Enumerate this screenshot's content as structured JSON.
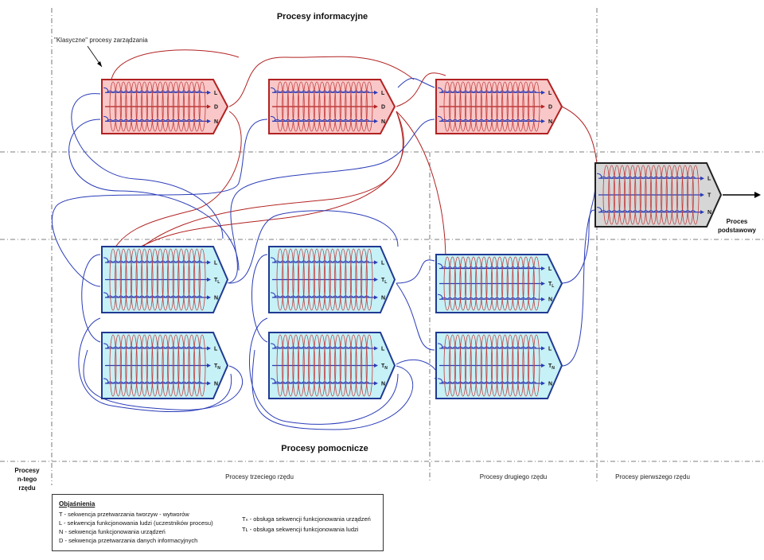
{
  "sections": {
    "informacyjne": "Procesy informacyjne",
    "pomocnicze": "Procesy pomocnicze",
    "klasyczne": "\"Klasyczne\" procesy zarządzania",
    "proces_podstawowy": [
      "Proces",
      "podstawowy"
    ]
  },
  "orders": {
    "n_tego": [
      "Procesy",
      "n-tego",
      "rzędu"
    ],
    "trzeciego": "Procesy trzeciego rzędu",
    "drugiego": "Procesy drugiego rzędu",
    "pierwszego": "Procesy pierwszego rzędu"
  },
  "sequence_labels": {
    "L": "L",
    "D": "D",
    "N": "N",
    "T": "T",
    "TL": "T",
    "TL_sub": "L",
    "TN": "T",
    "TN_sub": "N"
  },
  "legend": {
    "title": "Objaśnienia",
    "items_left": [
      "T - sekwencja przetwarzania tworzyw - wytworów",
      "L - sekwencja funkcjonowania ludzi (uczestników procesu)",
      "N - sekwencja funkcjonowania urządzeń",
      "D - sekwencja przetwarzania danych informacyjnych"
    ],
    "items_right": [
      "Tₙ - obsługa sekwencji funkcjonowania urządzeń",
      "Tʟ - obsługa sekwencji funkcjonowania ludzi"
    ]
  },
  "colors": {
    "info_fill": "#f9c7c7",
    "info_stroke": "#b22222",
    "aux_fill": "#c6f1f6",
    "aux_stroke": "#1f3a93",
    "main_fill": "#d6d6d6",
    "main_stroke": "#222222",
    "coil": "#c23b3b",
    "flow": "#2a3cb8"
  }
}
